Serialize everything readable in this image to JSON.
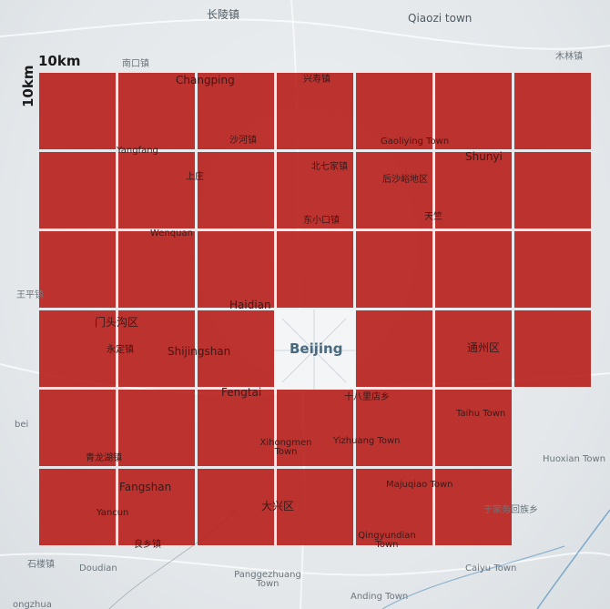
{
  "scale": {
    "horizontal": "10km",
    "vertical": "10km"
  },
  "grid": {
    "fill_color": "#b71e19",
    "rows": 6,
    "cols": 7,
    "present": [
      [
        1,
        1,
        1,
        1,
        1,
        1,
        1
      ],
      [
        1,
        1,
        1,
        1,
        1,
        1,
        1
      ],
      [
        1,
        1,
        1,
        1,
        1,
        1,
        1
      ],
      [
        1,
        1,
        1,
        0,
        1,
        1,
        1
      ],
      [
        1,
        1,
        1,
        1,
        1,
        1,
        0
      ],
      [
        1,
        1,
        1,
        1,
        1,
        1,
        0
      ]
    ]
  },
  "labels": {
    "changling": "长陵镇",
    "qiaozi": "Qiaozi town",
    "nankou": "南口镇",
    "mulin": "木林镇",
    "changping": "Changping",
    "xingshou": "兴寿镇",
    "shahe": "沙河镇",
    "gaoliying": "Gaoliying Town",
    "shunyi": "Shunyi",
    "beiqijia": "北七家镇",
    "houshayu": "后沙峪地区",
    "yangfang": "Yangfang",
    "shangzhuang": "上庄",
    "xiaokou": "东小口镇",
    "tianzhu": "天竺",
    "wenquan": "Wenquan",
    "wangping": "王平镇",
    "haidian": "Haidian",
    "mentougou": "门头沟区",
    "yongding": "永定镇",
    "shijingshan": "Shijingshan",
    "beijing": "Beijing",
    "tongzhou": "通州区",
    "fengtai": "Fengtai",
    "shibalidian": "十八里店乡",
    "taihu": "Taihu Town",
    "bei": "bei",
    "xihongmen": "Xihongmen Town",
    "yizhuang": "Yizhuang Town",
    "huoxian": "Huoxian Town",
    "qinglonghu": "青龙湖镇",
    "fangshan": "Fangshan",
    "majuqiao": "Majuqiao Town",
    "yanqun": "Yancun",
    "daxing": "大兴区",
    "yujiawu": "于家务回族乡",
    "liangxiang": "良乡镇",
    "qingyundian": "Qingyundian Town",
    "shilou": "石楼镇",
    "doudian": "Doudian",
    "pangezhuang": "Panggezhuang Town",
    "caiyu": "Caiyu Town",
    "anding": "Anding Town",
    "dongzhuang": "ongzhua"
  }
}
